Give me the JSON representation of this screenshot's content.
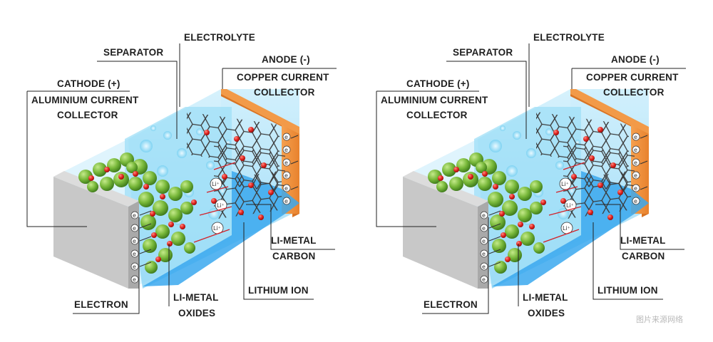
{
  "panels": [
    {
      "labels": {
        "separator": "SEPARATOR",
        "electrolyte": "ELECTROLYTE",
        "anode": "ANODE (-)",
        "copper_collector_1": "COPPER CURRENT",
        "copper_collector_2": "COLLECTOR",
        "cathode": "CATHODE (+)",
        "aluminium_collector_1": "ALUMINIUM CURRENT",
        "aluminium_collector_2": "COLLECTOR",
        "li_metal_carbon_1": "LI-METAL",
        "li_metal_carbon_2": "CARBON",
        "lithium_ion": "LITHIUM ION",
        "electron": "ELECTRON",
        "li_metal_oxides_1": "LI-METAL",
        "li_metal_oxides_2": "OXIDES"
      }
    },
    {
      "labels": {
        "separator": "SEPARATOR",
        "electrolyte": "ELECTROLYTE",
        "anode": "ANODE (-)",
        "copper_collector_1": "COPPER CURRENT",
        "copper_collector_2": "COLLECTOR",
        "cathode": "CATHODE (+)",
        "aluminium_collector_1": "ALUMINIUM CURRENT",
        "aluminium_collector_2": "COLLECTOR",
        "li_metal_carbon_1": "LI-METAL",
        "li_metal_carbon_2": "CARBON",
        "lithium_ion": "LITHIUM ION",
        "electron": "ELECTRON",
        "li_metal_oxides_1": "LI-METAL",
        "li_metal_oxides_2": "OXIDES"
      }
    }
  ],
  "symbols": {
    "electron": "e",
    "lithium_ion": "Li⁺"
  },
  "watermark": "图片来源网络",
  "colors": {
    "aluminium_collector": "#c9c9c9",
    "electrolyte": "#bfe9fb",
    "separator": "#8fd9f6",
    "copper_collector": "#f0923f",
    "li_metal_oxide_particle": "#7ab93a",
    "lithium_ion_particle": "#e0231f",
    "anode_bath": "#3aa8ee"
  }
}
